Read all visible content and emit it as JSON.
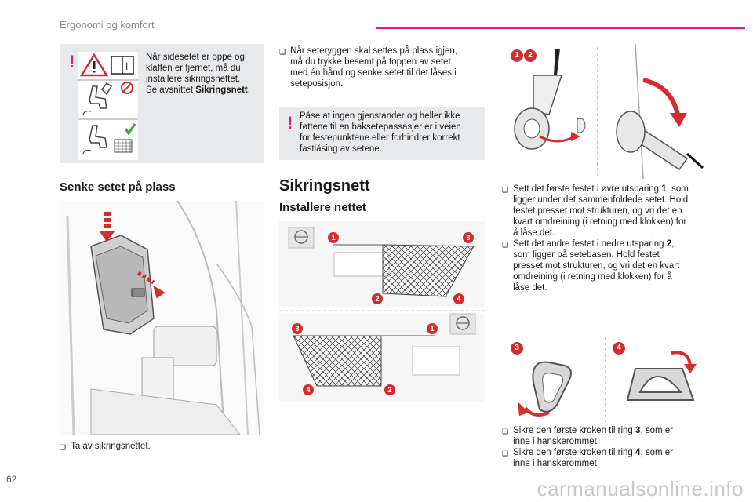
{
  "header": {
    "title": "Ergonomi og komfort"
  },
  "page_number": "62",
  "watermark": "carmanualsonline.info",
  "colors": {
    "accent": "#e8177f",
    "box_bg": "#e8e9eb",
    "red": "#d42d2d"
  },
  "warning_box_1": {
    "line1": "Når sidesetet er oppe og",
    "line2": "klaffen er fjernet, må du",
    "line3": "installere sikringsnettet.",
    "line4_prefix": "Se avsnittet ",
    "line4_bold": "Sikringsnett",
    "line4_suffix": "."
  },
  "section_lower_seat": {
    "heading": "Senke setet på plass",
    "bullet": "Ta av sikringsnettet."
  },
  "middle_col": {
    "bullet_lines": [
      "Når seteryggen skal settes på plass igjen,",
      "må du trykke besemt på toppen av setet",
      "med én hånd og senke setet til det låses i",
      "seteposisjon."
    ],
    "warning_lines": [
      "Påse at ingen gjenstander og heller ikke",
      "føttene til en baksetepassasjer er i veien",
      "for festepunktene eller forhindrer korrekt",
      "fastlåsing av setene."
    ],
    "heading": "Sikringsnett",
    "subheading": "Installere nettet"
  },
  "right_col": {
    "para1_lines": [
      [
        "Sett det første festet i øvre utsparing ",
        "1",
        ", som"
      ],
      [
        "ligger under det sammenfoldede setet. Hold",
        "",
        ""
      ],
      [
        "festet presset mot strukturen, og vri det en",
        "",
        ""
      ],
      [
        "kvart omdreining (i retning med klokken) for",
        "",
        ""
      ],
      [
        "å låse det.",
        "",
        ""
      ]
    ],
    "para2_lines": [
      [
        "Sett det andre festet i nedre utsparing ",
        "2",
        ","
      ],
      [
        "som ligger på setebasen. Hold festet",
        "",
        ""
      ],
      [
        "presset mot strukturen, og vri det en kvart",
        "",
        ""
      ],
      [
        "omdreining (i retning med klokken) for å",
        "",
        ""
      ],
      [
        "låse det.",
        "",
        ""
      ]
    ],
    "para3_lines": [
      [
        "Sikre den første kroken til ring ",
        "3",
        ", som er"
      ],
      [
        "inne i hanskerommet.",
        "",
        ""
      ]
    ],
    "para4_lines": [
      [
        "Sikre den første kroken til ring ",
        "4",
        ", som er"
      ],
      [
        "inne i hanskerommet.",
        "",
        ""
      ]
    ]
  },
  "badges": {
    "b1": "1",
    "b2": "2",
    "b3": "3",
    "b4": "4"
  },
  "icons": {
    "warning": "warning-triangle-icon",
    "book": "manual-book-icon",
    "bullet": "bullet-square-icon"
  }
}
